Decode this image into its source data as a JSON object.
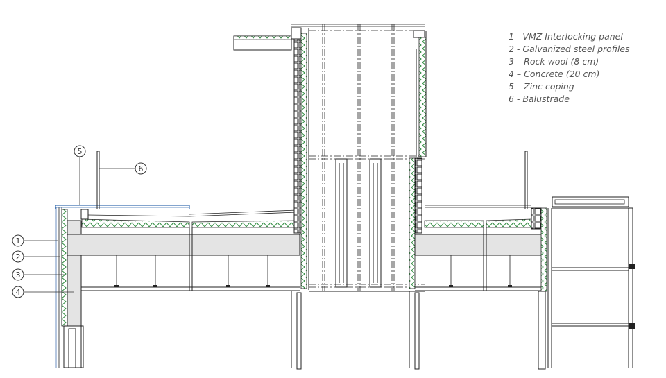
{
  "legend": {
    "items": [
      {
        "number": "1",
        "text": "1 - VMZ Interlocking panel"
      },
      {
        "number": "2",
        "text": "2 - Galvanized steel profiles"
      },
      {
        "number": "3",
        "text": "3 – Rock wool (8 cm)"
      },
      {
        "number": "4",
        "text": "4 – Concrete (20 cm)"
      },
      {
        "number": "5",
        "text": "5 – Zinc coping"
      },
      {
        "number": "6",
        "text": "6 - Balustrade"
      }
    ]
  },
  "callouts": [
    "1",
    "2",
    "3",
    "4",
    "5",
    "6"
  ],
  "colors": {
    "insulation": "#2e8b3e",
    "concrete": "#e4e4e4",
    "line": "#222222",
    "coping": "#3a6fb0",
    "cladding": "#6c8fc0"
  }
}
